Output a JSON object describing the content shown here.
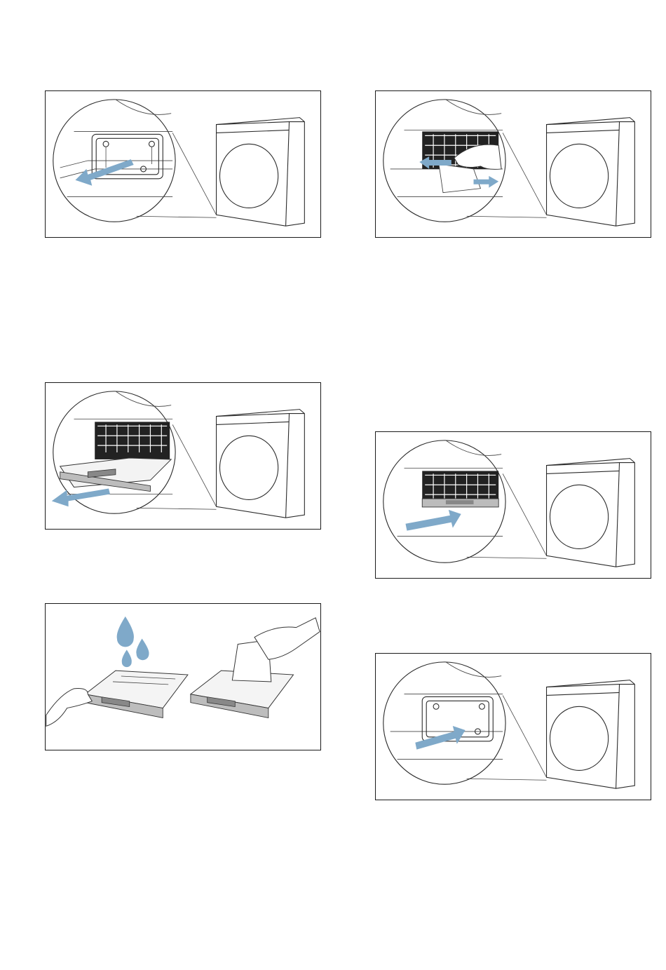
{
  "colors": {
    "accent": "#7fa9c9",
    "line": "#1a1a1a",
    "background": "#ffffff"
  },
  "panels": [
    {
      "id": "p1",
      "step": "release-filter-cover",
      "arrow": "left-out"
    },
    {
      "id": "p2",
      "step": "remove-fluff-screen",
      "arrow": "left-right"
    },
    {
      "id": "p3",
      "step": "pull-out-filter",
      "arrow": "left-out"
    },
    {
      "id": "p4",
      "step": "insert-filter",
      "arrow": "right-in"
    },
    {
      "id": "p5",
      "step": "rinse-and-dry-filter",
      "arrow": "none"
    },
    {
      "id": "p6",
      "step": "close-filter-cover",
      "arrow": "right-in"
    }
  ]
}
